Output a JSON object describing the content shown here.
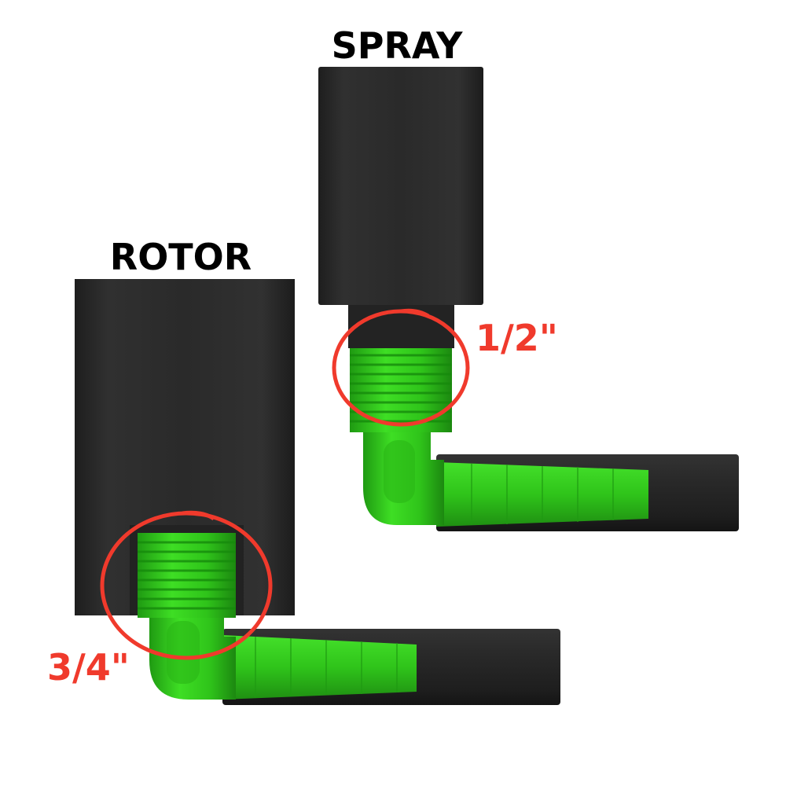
{
  "labels": {
    "spray": "SPRAY",
    "rotor": "ROTOR",
    "spray_size": "1/2\"",
    "rotor_size": "3/4\""
  },
  "colors": {
    "body": "#2b2b2b",
    "body_dark": "#1d1d1d",
    "fitting_green": "#33d11c",
    "fitting_green_dark": "#1f9a12",
    "callout_red": "#f03a2c"
  }
}
